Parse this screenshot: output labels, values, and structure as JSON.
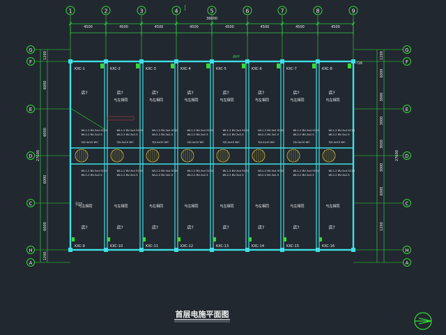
{
  "colors": {
    "background": "#212830",
    "axis_green": "#33dd33",
    "wall_cyan": "#3fe0e6",
    "text_white": "#f2f2f2",
    "dim_green": "#2ecc40",
    "hatch_yellow": "#d8c23a",
    "accent_red": "#e04040",
    "accent_magenta": "#d050d0"
  },
  "title": "首层电施平面图",
  "grid_x": [
    "1",
    "2",
    "3",
    "4",
    "5",
    "6",
    "7",
    "8",
    "9"
  ],
  "grid_y_left": [
    "G",
    "F",
    "E",
    "D",
    "C",
    "H",
    "A"
  ],
  "grid_y_right": [
    "G",
    "F",
    "E",
    "D",
    "C",
    "H",
    "A"
  ],
  "dim_top": [
    "4500",
    "4500",
    "4500",
    "4500",
    "4500",
    "4500",
    "4500",
    "4500"
  ],
  "dim_top_total": "36000",
  "dim_left": [
    "1200",
    "6000",
    "6000",
    "6000",
    "6000",
    "1200"
  ],
  "dim_left_total": "27600",
  "dim_right": [
    "1200",
    "6000",
    "3000",
    "3000",
    "3000",
    "3000",
    "6000",
    "1200"
  ],
  "dim_right_total": "27600",
  "top_tags": [
    "KXC-1",
    "KXC-2",
    "KXC-3",
    "KXC-4",
    "KXC-5",
    "KXC-6",
    "KXC-7",
    "KXC-8"
  ],
  "bottom_tags": [
    "KXC-9",
    "KXC-10",
    "KXC-11",
    "KXC-12",
    "KXC-13",
    "KXC-14",
    "KXC-15",
    "KXC-16"
  ],
  "room_upper": [
    "店?",
    "店?",
    "店?",
    "店?",
    "店?",
    "店?",
    "店?",
    "店?"
  ],
  "room_lower": [
    "店?",
    "店?",
    "店?",
    "店?",
    "店?",
    "店?",
    "店?",
    "店?"
  ],
  "room_note": "与左相同",
  "room_note_upper": [
    "",
    "与左相同",
    "与左相同",
    "与左相同",
    "与左相同",
    "与左相同",
    "与左相同",
    "与左相同"
  ],
  "room_note_lower": [
    "与左相同",
    "与左相同",
    "与左相同",
    "与左相同",
    "与左相同",
    "与左相同",
    "与左相同",
    "与左相同"
  ],
  "entry_label": "引??",
  "circuit_note": "WL1-2 BV-3x4 SC20",
  "circuit_note2": "WL2-2 BV-3x2.5",
  "circuit_note3": "YJV-4x10 WC",
  "right_tag": "?16"
}
